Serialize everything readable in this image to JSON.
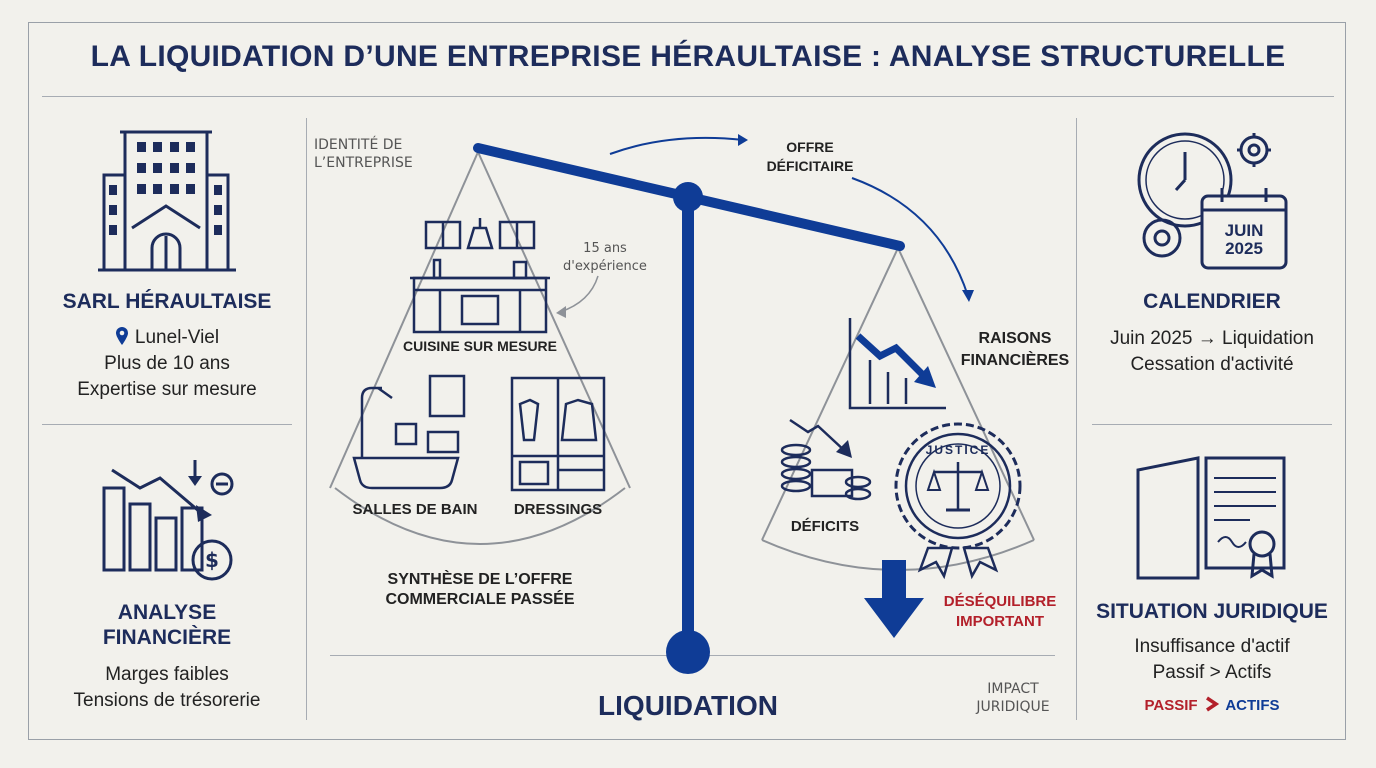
{
  "title": "LA LIQUIDATION D’UNE ENTREPRISE HÉRAULTAISE : ANALYSE STRUCTURELLE",
  "left": {
    "company": {
      "name": "SARL HÉRAULTAISE",
      "location": "Lunel-Viel",
      "line2": "Plus de 10 ans",
      "line3": "Expertise sur mesure"
    },
    "finance": {
      "title_line1": "ANALYSE",
      "title_line2": "FINANCIÈRE",
      "line1": "Marges faibles",
      "line2": "Tensions de trésorerie"
    }
  },
  "center": {
    "identity_label_1": "IDENTITÉ DE",
    "identity_label_2": "L’ENTREPRISE",
    "experience_1": "15 ans",
    "experience_2": "d'expérience",
    "kitchen": "CUISINE SUR MESURE",
    "bathrooms": "SALLES DE BAIN",
    "dressings": "DRESSINGS",
    "synthesis_1": "SYNTHÈSE DE L’OFFRE",
    "synthesis_2": "COMMERCIALE PASSÉE",
    "offer_1": "OFFRE",
    "offer_2": "DÉFICITAIRE",
    "reasons_1": "RAISONS",
    "reasons_2": "FINANCIÈRES",
    "deficits": "DÉFICITS",
    "justice": "JUSTICE",
    "imbalance_1": "DÉSÉQUILIBRE",
    "imbalance_2": "IMPORTANT",
    "liquidation": "LIQUIDATION",
    "impact_1": "IMPACT",
    "impact_2": "JURIDIQUE"
  },
  "right": {
    "calendar": {
      "badge_month": "JUIN",
      "badge_year": "2025",
      "title": "CALENDRIER",
      "line1": "Juin 2025 → Liquidation",
      "line2": "Cessation d'activité"
    },
    "legal": {
      "title": "SITUATION JURIDIQUE",
      "line1": "Insuffisance d'actif",
      "line2": "Passif > Actifs",
      "passif": "PASSIF",
      "actifs": "ACTIFS"
    }
  },
  "colors": {
    "navy": "#1d2c5b",
    "blue": "#0f3c96",
    "red": "#b3202a",
    "grey": "#8e9298"
  }
}
